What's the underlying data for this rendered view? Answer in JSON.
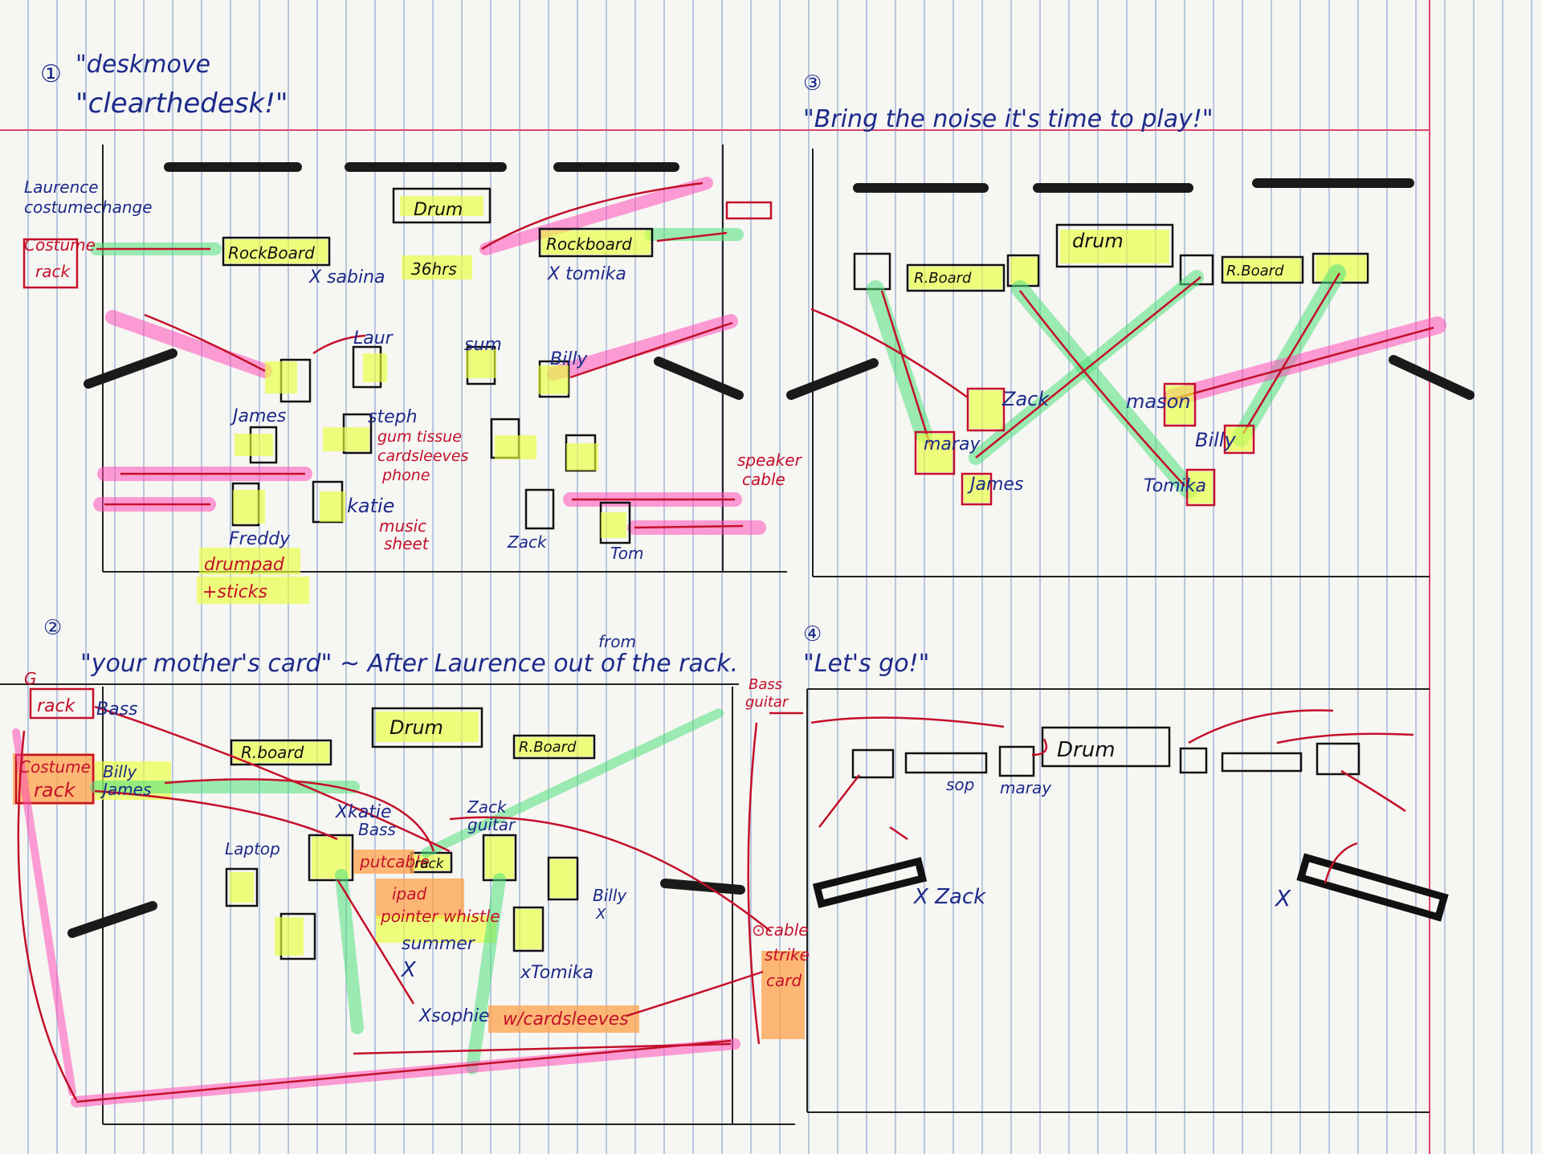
{
  "scenes": [
    {
      "number": "①",
      "cue_line1": "\"deskmove",
      "cue_line2": "\"clearthedesk!\"",
      "labels": {
        "laurence1": "Laurence",
        "laurence2": "costumechange",
        "costume": "Costume",
        "rack": "rack",
        "rockboard_left": "RockBoard",
        "drum": "Drum",
        "rockboard_right": "Rockboard",
        "sabina": "X sabina",
        "hrs": "36hrs",
        "tomika": "X tomika",
        "laur": "Laur",
        "sum": "sum",
        "billy": "Billy",
        "james": "James",
        "steph": "steph",
        "steph_props1": "gum tissue",
        "steph_props2": "cardsleeves",
        "steph_props3": "phone",
        "freddy": "Freddy",
        "drumpad1": "drumpad",
        "drumpad2": "+sticks",
        "katie": "katie",
        "music1": "music",
        "music2": "sheet",
        "zack": "Zack",
        "tom": "Tom",
        "speaker1": "speaker",
        "speaker2": "cable"
      }
    },
    {
      "number": "②",
      "cue": "\"your mother's card\" ~ After Laurence out of the rack.",
      "from": "from",
      "labels": {
        "g": "G",
        "rack": "rack",
        "bass": "Bass",
        "costume": "Costume",
        "rack2": "rack",
        "billy_james1": "Billy",
        "billy_james2": "James",
        "rboard_left": "R.board",
        "drum": "Drum",
        "rboard_right": "R.Board",
        "katie1": "Xkatie",
        "katie2": "Bass",
        "zack1": "Zack",
        "zack2": "guitar",
        "laptop": "Laptop",
        "putcable": "putcable",
        "rack_small": "rack",
        "ipad": "ipad",
        "pointer": "pointer whistle",
        "billy": "Billy",
        "summer": "summer",
        "tomika": "xTomika",
        "sophie": "Xsophie",
        "cardsleeves": "w/cardsleeves",
        "cable_strike1": "⊙cable",
        "cable_strike2": "strike",
        "cable_strike3": "card",
        "bass_guitar1": "Bass",
        "bass_guitar2": "guitar",
        "x1": "X",
        "x2": "X"
      }
    },
    {
      "number": "③",
      "cue": "\"Bring the noise it's time to play!\"",
      "labels": {
        "rboard_left": "R.Board",
        "drum": "drum",
        "rboard_right": "R.Board",
        "zack": "Zack",
        "mara": "maray",
        "james": "James",
        "mason": "mason",
        "billy": "Billy",
        "tomika": "Tomika"
      }
    },
    {
      "number": "④",
      "cue": "\"Let's go!\"",
      "labels": {
        "drum": "Drum",
        "sop": "sop",
        "maray": "maray",
        "zack": "X Zack",
        "x": "X"
      }
    }
  ],
  "colors": {
    "ink_blue": "#1d2a8a",
    "ink_red": "#c4102a",
    "highlight_yellow": "#e9ff3c",
    "highlight_green": "#4ee07a",
    "highlight_pink": "#ff4fb8",
    "highlight_orange": "#ffa24a",
    "margin_line": "#e0466a",
    "ruled_line": "#b9c6de"
  }
}
